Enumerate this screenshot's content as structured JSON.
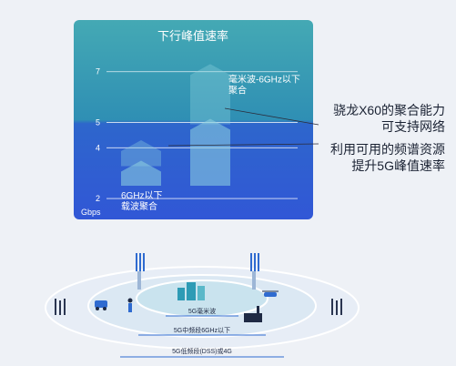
{
  "chart_data": {
    "type": "bar",
    "title": "下行峰值速率",
    "unit_label": "Gbps",
    "y_ticks": [
      2,
      4,
      5,
      7
    ],
    "ylim": [
      1.5,
      7.6
    ],
    "grid": true,
    "series": [
      {
        "name": "6GHz以下载波聚合",
        "label_lines": [
          "6GHz以下",
          "载波聚合"
        ],
        "value": 4.3,
        "color": "#8fd3e0"
      },
      {
        "name": "毫米波-6GHz以下聚合",
        "label_lines": [
          "毫米波-6GHz以下",
          "聚合"
        ],
        "value": 7.3,
        "color": "#8fd3e0"
      }
    ]
  },
  "callouts": [
    {
      "lines": [
        "骁龙X60的聚合能力",
        "可支持网络"
      ]
    },
    {
      "lines": [
        "利用可用的频谱资源",
        "提升5G峰值速率"
      ]
    }
  ],
  "diagram": {
    "rings": [
      {
        "label": "5G毫米波"
      },
      {
        "label": "5G中频段6GHz以下"
      },
      {
        "label": "5G低频段(DSS)或4G"
      }
    ],
    "icons": [
      "tower-icon",
      "tower-icon",
      "car-icon",
      "factory-icon",
      "drone-icon",
      "person-icon",
      "antenna-icon"
    ]
  },
  "colors": {
    "panel_top": "#44a9b4",
    "panel_bottom": "#3157d6",
    "arrow": "#8fd3e0",
    "ring": "#b9d9e8",
    "tower": "#2f6bd0"
  }
}
